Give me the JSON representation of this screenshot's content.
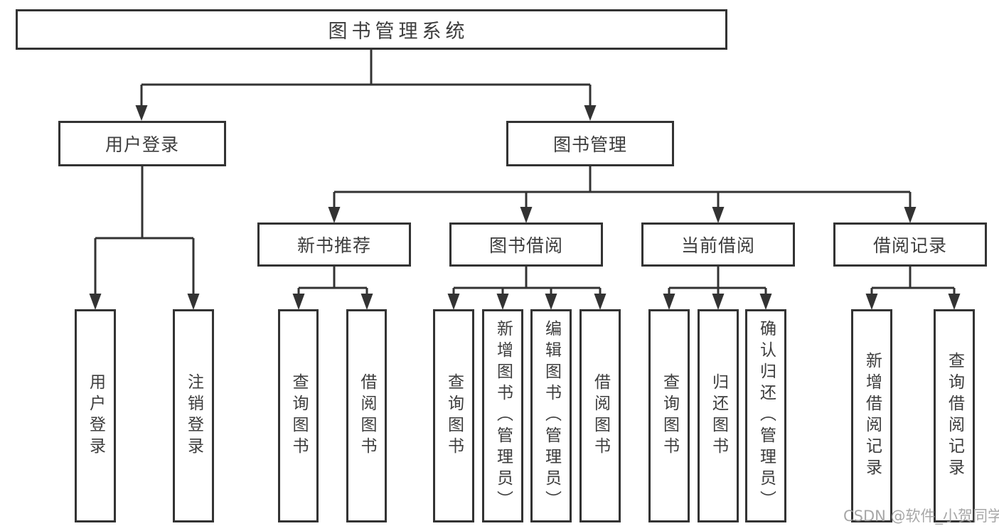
{
  "tree": {
    "label": "图书管理系统",
    "children": [
      {
        "label": "用户登录",
        "children": [
          {
            "label": "用户登录"
          },
          {
            "label": "注销登录"
          }
        ]
      },
      {
        "label": "图书管理",
        "children": [
          {
            "label": "新书推荐",
            "children": [
              {
                "label": "查询图书"
              },
              {
                "label": "借阅图书"
              }
            ]
          },
          {
            "label": "图书借阅",
            "children": [
              {
                "label": "查询图书"
              },
              {
                "label": "新增图书（管理员）"
              },
              {
                "label": "编辑图书（管理员）"
              },
              {
                "label": "借阅图书"
              }
            ]
          },
          {
            "label": "当前借阅",
            "children": [
              {
                "label": "查询图书"
              },
              {
                "label": "归还图书"
              },
              {
                "label": "确认归还（管理员）"
              }
            ]
          },
          {
            "label": "借阅记录",
            "children": [
              {
                "label": "新增借阅记录"
              },
              {
                "label": "查询借阅记录"
              }
            ]
          }
        ]
      }
    ]
  },
  "watermark": "CSDN @软件_小贺同学",
  "colors": {
    "line": "#333333",
    "text": "#3d3d3d",
    "background": "#ffffff",
    "watermark_text": "#9e9e9e"
  }
}
